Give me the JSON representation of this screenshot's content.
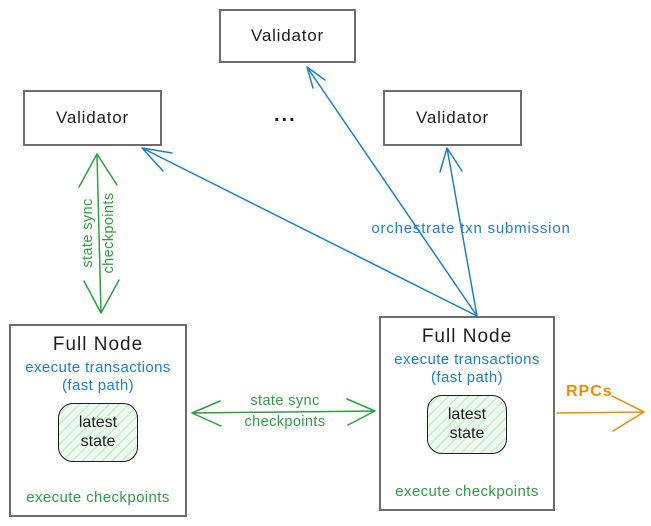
{
  "colors": {
    "ink": "#1e1e1e",
    "blue": "#1c7ed6",
    "green": "#2f9e44",
    "orange": "#f08c00",
    "box_border": "#6c6c6c",
    "state_fill": "#edfaee",
    "state_hatch": "#c9ecd0"
  },
  "validators": {
    "top": "Validator",
    "left": "Validator",
    "right": "Validator",
    "ellipsis": "..."
  },
  "full_node_left": {
    "title": "Full Node",
    "exec_line1": "execute transactions",
    "exec_line2": "(fast path)",
    "state_line1": "latest",
    "state_line2": "state",
    "footer": "execute checkpoints"
  },
  "full_node_right": {
    "title": "Full Node",
    "exec_line1": "execute transactions",
    "exec_line2": "(fast path)",
    "state_line1": "latest",
    "state_line2": "state",
    "footer": "execute checkpoints"
  },
  "edges": {
    "vertical_sync": {
      "line1": "state sync",
      "line2": "checkpoints"
    },
    "horizontal_sync": {
      "line1": "state sync",
      "line2": "checkpoints"
    },
    "orchestrate": "orchestrate txn submission",
    "rpcs": "RPCs"
  }
}
